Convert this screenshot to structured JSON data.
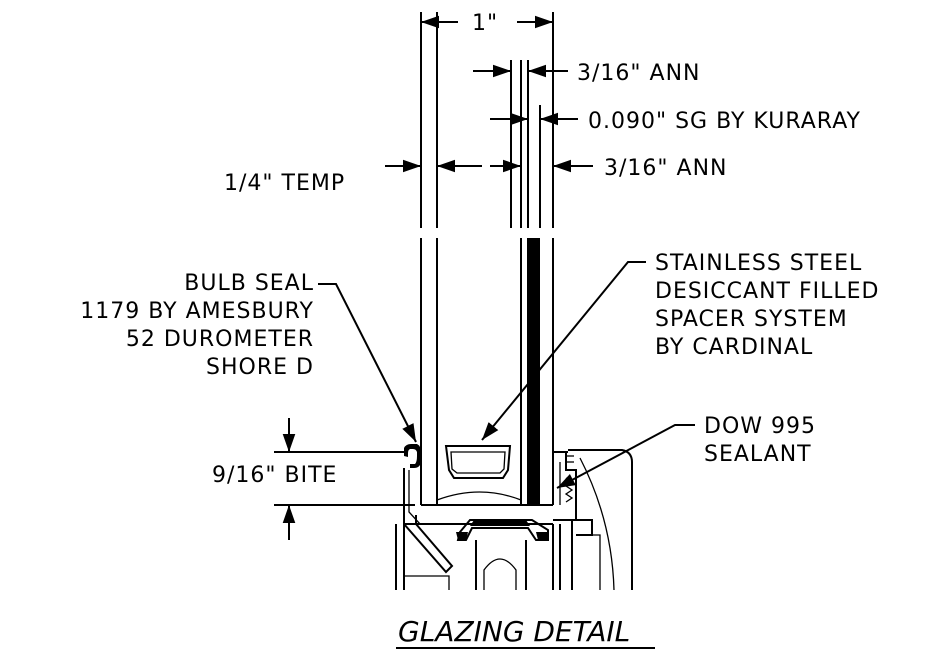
{
  "diagram": {
    "labels": {
      "dim_overall": "1\"",
      "lite_outer": "3/16\" ANN",
      "interlayer": "0.090\" SG BY KURARAY",
      "lite_inner": "3/16\" ANN",
      "lite_left": "1/4\" TEMP",
      "seal_line1": "BULB SEAL",
      "seal_line2": "1179 BY AMESBURY",
      "seal_line3": "52 DUROMETER",
      "seal_line4": "SHORE D",
      "spacer_line1": "STAINLESS STEEL",
      "spacer_line2": "DESICCANT FILLED",
      "spacer_line3": "SPACER SYSTEM",
      "spacer_line4": "BY CARDINAL",
      "bite": "9/16\" BITE",
      "sealant_line1": "DOW 995",
      "sealant_line2": "SEALANT"
    },
    "title": "GLAZING DETAIL",
    "colors": {
      "line": "#000000",
      "background": "#ffffff"
    }
  }
}
